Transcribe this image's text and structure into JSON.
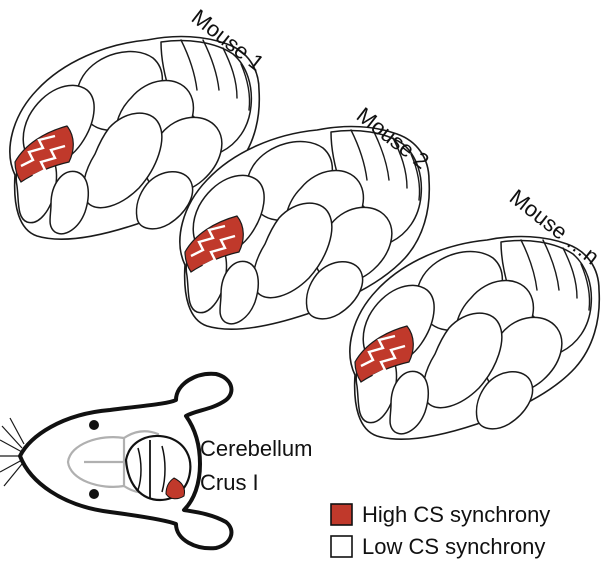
{
  "mice": [
    {
      "label": "Mouse 1"
    },
    {
      "label": "Mouse 2"
    },
    {
      "label": "Mouse …n"
    }
  ],
  "mouse_head": {
    "region_label": "Cerebellum",
    "subregion_label": "Crus I"
  },
  "legend": {
    "high": {
      "label": "High CS synchrony",
      "color": "#c0392b"
    },
    "low": {
      "label": "Low CS synchrony",
      "color": "#ffffff"
    }
  },
  "colors": {
    "highlight": "#c0392b",
    "outline": "#1a1a1a",
    "brain_outline_light": "#b0b0b0"
  }
}
